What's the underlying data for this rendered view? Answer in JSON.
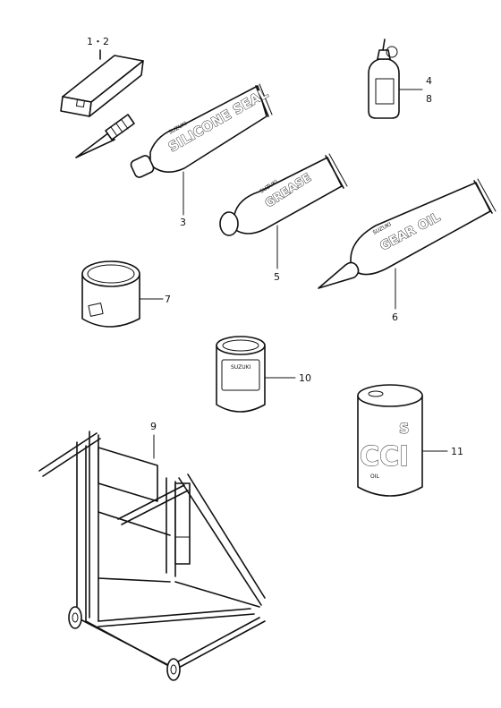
{
  "callouts": [
    {
      "id": "c12",
      "label": "1・2"
    },
    {
      "id": "c3",
      "label": "3"
    },
    {
      "id": "c48a",
      "label": "4"
    },
    {
      "id": "c48b",
      "label": "8"
    },
    {
      "id": "c5",
      "label": "5"
    },
    {
      "id": "c6",
      "label": "6"
    },
    {
      "id": "c7",
      "label": "7"
    },
    {
      "id": "c9",
      "label": "9"
    },
    {
      "id": "c10",
      "label": "10"
    },
    {
      "id": "c11",
      "label": "11"
    }
  ],
  "product_labels": {
    "silicone_seal": "SILICONE SEAL",
    "grease": "GREASE",
    "gear_oil": "GEAR OIL",
    "suzuki_small": "SUZUKI",
    "ccl_big": "CCI",
    "ccl_oil": "OIL",
    "ccl_s": "S"
  }
}
